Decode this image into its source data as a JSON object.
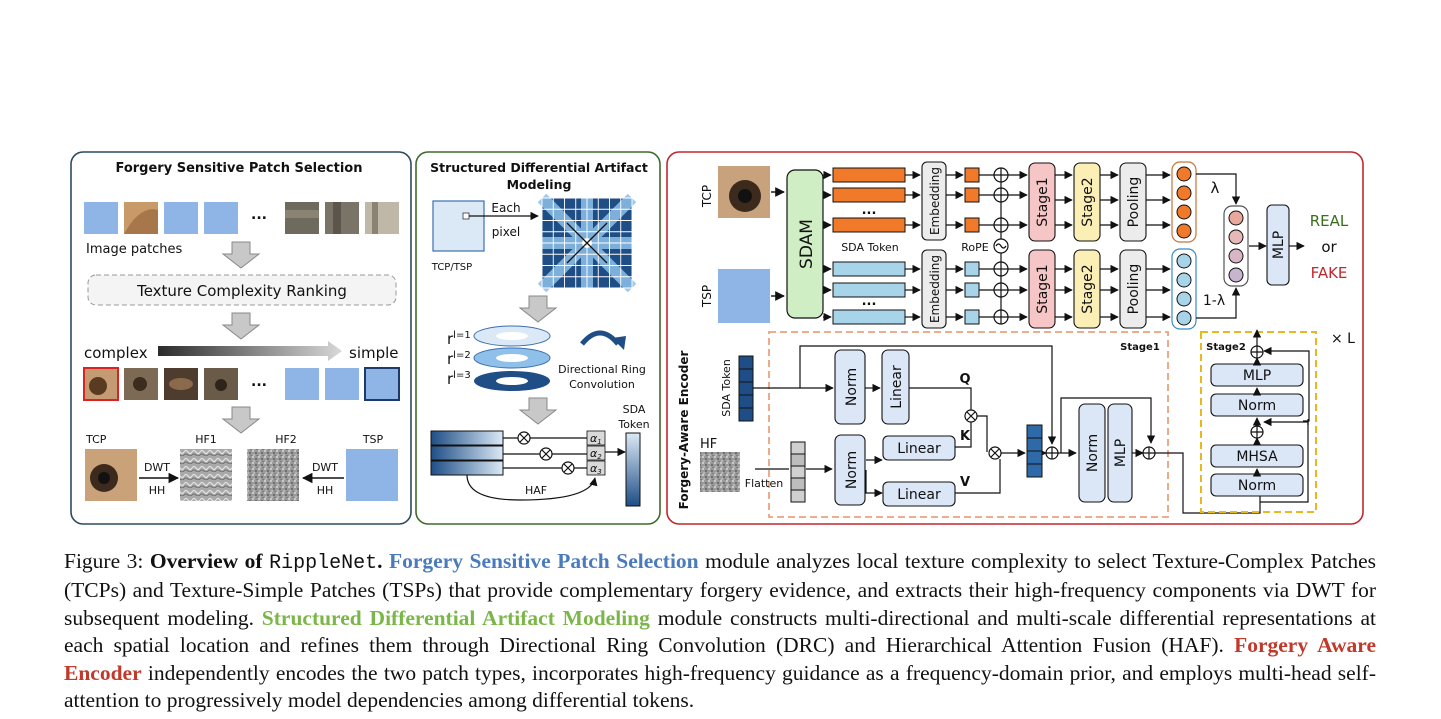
{
  "panel1": {
    "title": "Forgery Sensitive Patch Selection",
    "dots": "...",
    "image_patches": "Image patches",
    "ranking": "Texture Complexity Ranking",
    "complex": "complex",
    "simple": "simple",
    "tcp": "TCP",
    "hf1": "HF1",
    "hf2": "HF2",
    "tsp": "TSP",
    "dwt": "DWT",
    "hh": "HH"
  },
  "panel2": {
    "title_line1": "Structured Differential Artifact",
    "title_line2": "Modeling",
    "each": "Each",
    "pixel": "pixel",
    "tcp_tsp": "TCP/TSP",
    "r1": "r",
    "r1_sup": "l=1",
    "r2": "r",
    "r2_sup": "l=2",
    "r3": "r",
    "r3_sup": "l=3",
    "drc_line1": "Directional Ring",
    "drc_line2": "Convolution",
    "sda": "SDA",
    "token": "Token",
    "haf": "HAF",
    "alpha1": "α",
    "alpha1_sub": "1",
    "alpha2": "α",
    "alpha2_sub": "2",
    "alpha3": "α",
    "alpha3_sub": "3"
  },
  "panel3": {
    "encoder_label": "Forgery-Aware Encoder",
    "tcp": "TCP",
    "tsp": "TSP",
    "sdam": "SDAM",
    "sda_token": "SDA Token",
    "embedding": "Embedding",
    "rope": "RoPE",
    "stage1": "Stage1",
    "stage2": "Stage2",
    "pooling": "Pooling",
    "lambda": "λ",
    "one_minus_lambda": "1-λ",
    "mlp": "MLP",
    "real": "REAL",
    "or": "or",
    "fake": "FAKE",
    "dots": "...",
    "stage1_box": "Stage1",
    "stage2_box": "Stage2",
    "times_l": "× L",
    "sda_token_vertical": "SDA Token",
    "hf": "HF",
    "flatten": "Flatten",
    "norm": "Norm",
    "linear": "Linear",
    "q": "Q",
    "k": "K",
    "v": "V",
    "mhsa": "MHSA"
  },
  "colors": {
    "panel1_border": "#2c4a5e",
    "panel2_border": "#3f6b2a",
    "panel3_border": "#c0282d",
    "orange_token": "#f07a2a",
    "blue_token": "#a8d4ea",
    "stage1_fill": "#f6c5c5",
    "stage2_fill": "#fbefb6",
    "sdam_fill": "#cfeec4",
    "light_box": "#dbe7f7",
    "dashed_orange": "#e9a27f",
    "dashed_yellow": "#e8b820",
    "real_color": "#3a6e1e",
    "fake_color": "#c0282d"
  },
  "caption": {
    "fig_label": "Figure 3: ",
    "overview": "Overview of ",
    "model": "RippleNet",
    "period": ".",
    "fsps": "Forgery Sensitive Patch Selection",
    "text1": " module analyzes local texture complexity to select Texture-Complex Patches (TCPs) and Texture-Simple Patches (TSPs) that provide complementary forgery evidence, and extracts their high-frequency components via DWT for subsequent modeling. ",
    "sdam": "Structured Differential Artifact Modeling",
    "text2": " module constructs multi-directional and multi-scale differential representations at each spatial location and refines them through Directional Ring Convolution (DRC) and Hierarchical Attention Fusion (HAF). ",
    "fae": "Forgery Aware Encoder",
    "text3": " independently encodes the two patch types, incorporates high-frequency guidance as a frequency-domain prior, and employs multi-head self-attention to progressively model dependencies among differential tokens."
  }
}
